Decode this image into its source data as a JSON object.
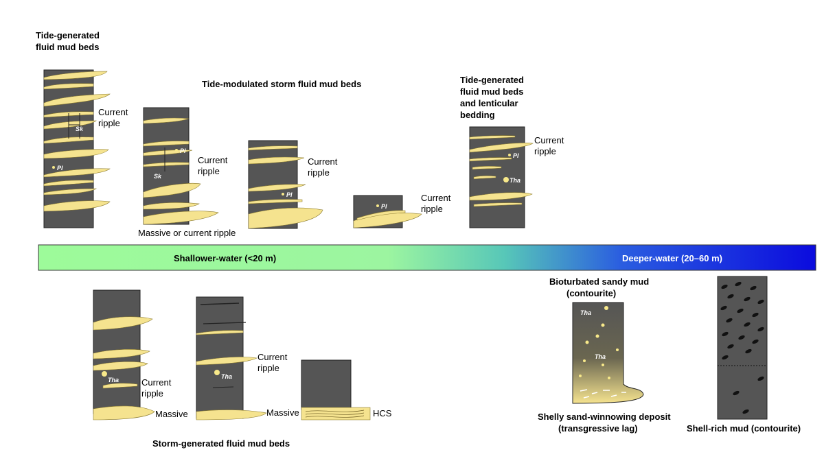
{
  "titles": {
    "top_left": [
      "Tide-generated",
      "fluid mud beds"
    ],
    "top_middle": "Tide-modulated storm fluid mud beds",
    "top_right": [
      "Tide-generated",
      "fluid mud beds",
      "and lenticular",
      "bedding"
    ],
    "bottom_left": "Storm-generated fluid mud beds",
    "bottom_mid": [
      "Bioturbated sandy mud",
      "(contourite)"
    ],
    "bottom_mid_base": [
      "Shelly sand-winnowing deposit",
      "(transgressive  lag)"
    ],
    "bottom_right": "Shell-rich mud (contourite)"
  },
  "band": {
    "left_label": "Shallower-water (<20 m)",
    "right_label": "Deeper-water (20–60 m)",
    "colors": {
      "start": "#9dfb9a",
      "mid": "#5fd0b0",
      "end": "#1010e0"
    }
  },
  "labels": {
    "current": "Current",
    "ripple": "ripple",
    "massive": "Massive",
    "massive_or_current": "Massive or current ripple",
    "hcs": "HCS"
  },
  "ichnofossils": {
    "pl": "Pl",
    "sk": "Sk",
    "tha": "Tha"
  },
  "colors": {
    "mud": "#555555",
    "sand": "#f5e38f",
    "outline": "#222222"
  }
}
